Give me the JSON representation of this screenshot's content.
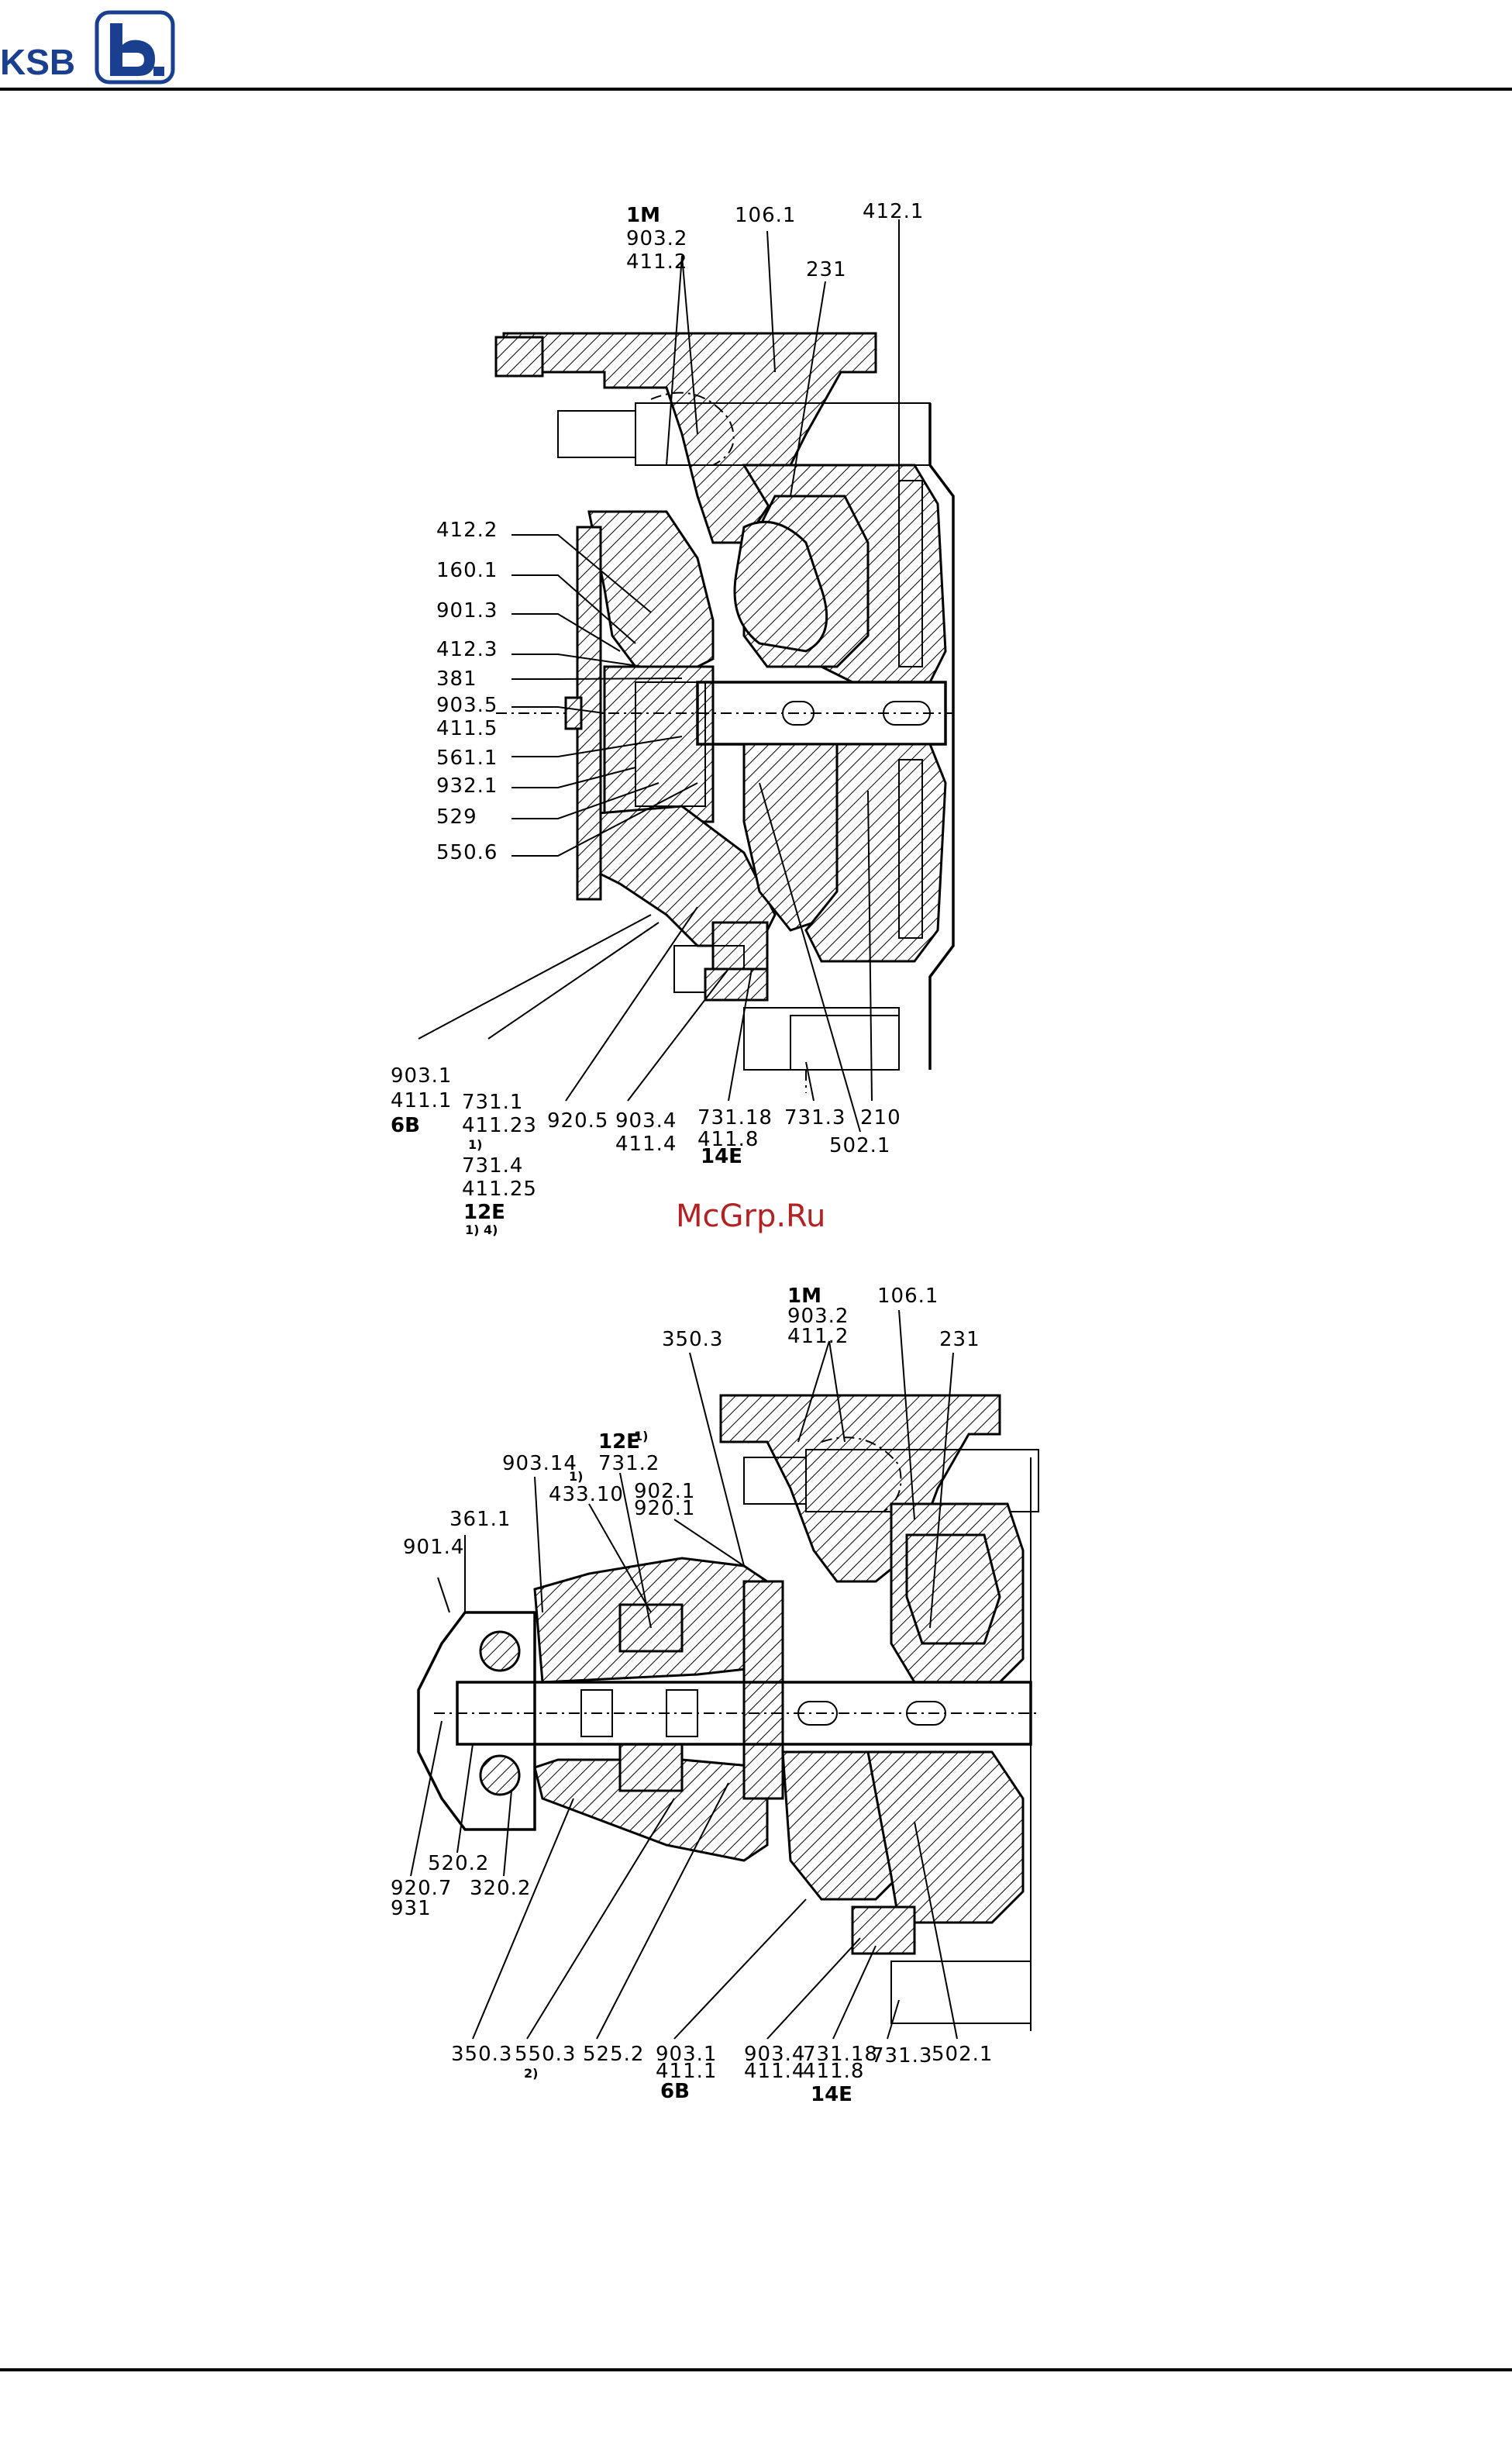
{
  "header": {
    "brand": "KSB"
  },
  "fig1": {
    "labels": {
      "l_1M": "1M",
      "l_903_2": "903.2",
      "l_411_2": "411.2",
      "l_106_1": "106.1",
      "l_412_1": "412.1",
      "l_231": "231",
      "l_412_2": "412.2",
      "l_160_1": "160.1",
      "l_901_3": "901.3",
      "l_412_3": "412.3",
      "l_381": "381",
      "l_903_5": "903.5",
      "l_411_5": "411.5",
      "l_561_1": "561.1",
      "l_932_1": "932.1",
      "l_529": "529",
      "l_550_6": "550.6",
      "l_903_1": "903.1",
      "l_411_1": "411.1",
      "l_6B": "6B",
      "l_731_1": "731.1",
      "l_411_23": "411.23",
      "l_note1": "1)",
      "l_731_4": "731.4",
      "l_411_25": "411.25",
      "l_12E": "12E",
      "l_note14": "1)   4)",
      "l_920_5": "920.5",
      "l_903_4": "903.4",
      "l_411_4": "411.4",
      "l_731_18": "731.18",
      "l_411_8": "411.8",
      "l_14E": "14E",
      "l_731_3": "731.3",
      "l_210": "210",
      "l_502_1": "502.1"
    }
  },
  "watermark": "McGrp.Ru",
  "fig2": {
    "labels": {
      "l_1M": "1M",
      "l_903_2": "903.2",
      "l_411_2": "411.2",
      "l_106_1": "106.1",
      "l_231": "231",
      "l_350_3_top": "350.3",
      "l_12E": "12E",
      "l_12E_note": "1)",
      "l_731_2": "731.2",
      "l_903_14": "903.14",
      "l_433_note": "1)",
      "l_433_10": "433.10",
      "l_902_1": "902.1",
      "l_920_1": "920.1",
      "l_361_1": "361.1",
      "l_901_4": "901.4",
      "l_520_2": "520.2",
      "l_920_7": "920.7",
      "l_931": "931",
      "l_320_2": "320.2",
      "l_350_3": "350.3",
      "l_550_3": "550.3",
      "l_550_note": "2)",
      "l_525_2": "525.2",
      "l_903_1": "903.1",
      "l_411_1": "411.1",
      "l_6B": "6B",
      "l_903_4": "903.4",
      "l_411_4": "411.4",
      "l_731_18": "731.18",
      "l_411_8": "411.8",
      "l_14E": "14E",
      "l_731_3": "731.3",
      "l_502_1": "502.1"
    }
  }
}
